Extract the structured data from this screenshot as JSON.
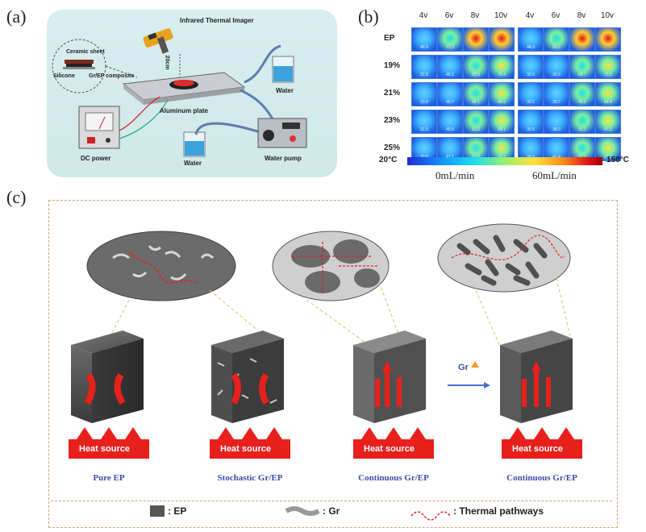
{
  "panel_labels": {
    "a": "(a)",
    "b": "(b)",
    "c": "(c)"
  },
  "panel_a": {
    "imager": "Infrared Thermal Imager",
    "distance": "20cm",
    "ceramic": "Ceramic sheet",
    "silicone": "Silicone",
    "composite": "Gr/EP composite",
    "plate": "Aluminum plate",
    "water_top": "Water",
    "water_bottom": "Water",
    "pump": "Water pump",
    "power": "DC power"
  },
  "panel_b": {
    "col_heads": [
      "4v",
      "6v",
      "8v",
      "10v",
      "4v",
      "6v",
      "8v",
      "10v"
    ],
    "row_heads": [
      "EP",
      "19%",
      "21%",
      "23%",
      "25%"
    ],
    "values": [
      [
        "46.9",
        "71.3",
        "",
        "",
        "44.3",
        "69.2",
        "",
        ""
      ],
      [
        "32.8",
        "46.2",
        "60.9",
        "72.4",
        "32.0",
        "39.9",
        "54.7",
        "71.5"
      ],
      [
        "33.8",
        "40.7",
        "49.1",
        "65.9",
        "30.1",
        "39.7",
        "45.6",
        "64.4"
      ],
      [
        "31.0",
        "40.5",
        "53.2",
        "69.1",
        "31.5",
        "38.3",
        "51.2",
        "67.2"
      ],
      [
        "30.8",
        "41.1",
        "52.8",
        "70.3",
        "30.3",
        "41.4",
        "51.1",
        "69.3"
      ]
    ],
    "scale_min": "20°C",
    "scale_max": "150°C",
    "flow_left": "0mL/min",
    "flow_right": "60mL/min"
  },
  "panel_c": {
    "arrow_label": "Gr",
    "heat_source": "Heat source",
    "labels": [
      "Pure EP",
      "Stochastic Gr/EP",
      "Continuous Gr/EP",
      "Continuous Gr/EP"
    ],
    "legend": {
      "ep": ": EP",
      "gr": ": Gr",
      "path": ": Thermal pathways"
    }
  },
  "colors": {
    "accent_blue": "#3c4fa8",
    "heat_red": "#e8201c",
    "dash": "#d8a36e"
  }
}
